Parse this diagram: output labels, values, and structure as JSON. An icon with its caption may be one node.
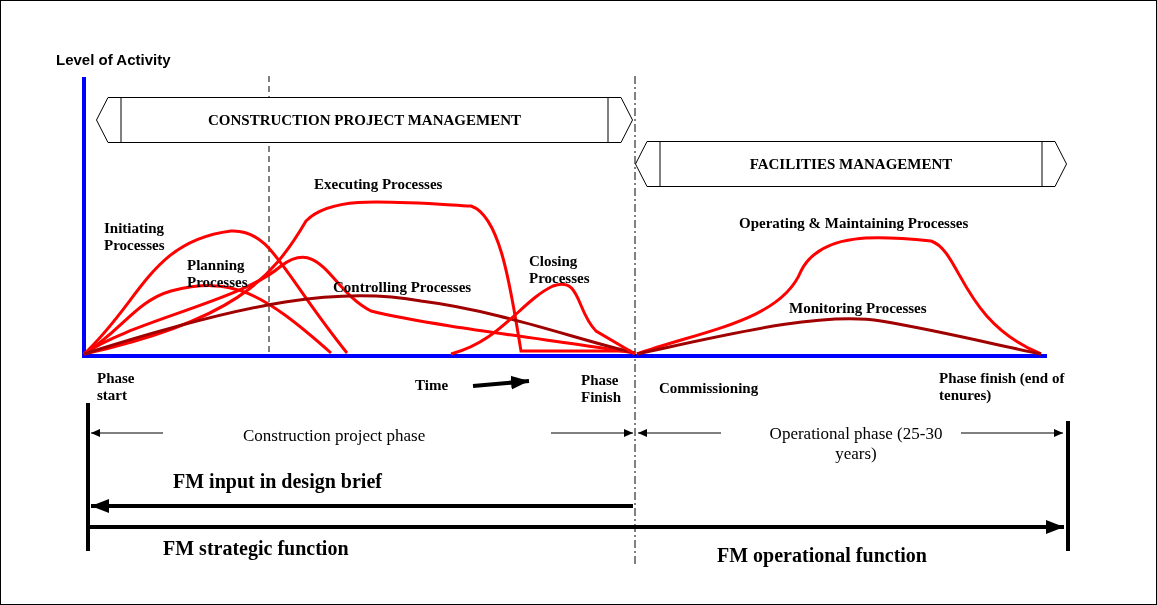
{
  "diagram": {
    "nodes": [
      {
        "text": [
          "CONSTRUCTION PROJECT MANAGEMENT"
        ]
      },
      {
        "text": [
          "FACILITIES MANAGEMENT"
        ]
      }
    ],
    "edges": [],
    "labels": [
      "Level of Activity",
      "Executing Processes",
      "Operating & Maintaining Processes",
      "Initiating Processes",
      "Planning Processes",
      "Closing Processes",
      "Controlling Processes",
      "Monitoring Processes",
      "Phase start",
      "Time",
      "Phase Finish",
      "Commissioning",
      "Phase finish (end of tenures)",
      "Construction project phase",
      "Operational phase (25-30 years)",
      "FM input in design brief",
      "FM strategic function",
      "FM operational function"
    ]
  }
}
